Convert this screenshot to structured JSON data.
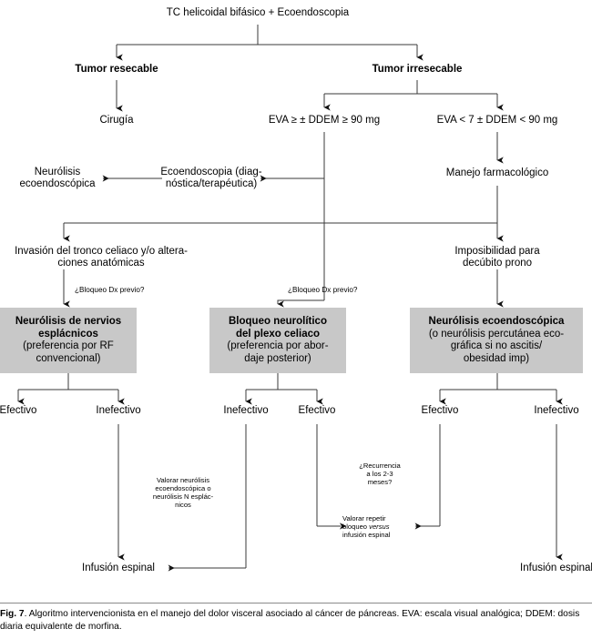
{
  "figure": {
    "label": "Fig. 7",
    "caption": ". Algoritmo intervencionista en el manejo del dolor visceral asociado al cáncer de páncreas. EVA: escala visual analógica; DDEM: dosis diaria equivalente de morfina."
  },
  "nodes": {
    "root": "TC helicoidal bifásico + Ecoendoscopia",
    "resectable": "Tumor resecable",
    "irresectable": "Tumor irresecable",
    "surgery": "Cirugía",
    "eva_high": "EVA ≥ ± DDEM ≥ 90 mg",
    "eva_low": "EVA < 7 ± DDEM < 90 mg",
    "neurolisis_eco": "Neurólisis\necoendoscópica",
    "ecoendoscopia": "Ecoendoscopia (diag-\nnóstica/terapéutica)",
    "manejo_farm": "Manejo farmacológico",
    "invasion": "Invasión del tronco celiaco y/o altera-\nciones anatómicas",
    "imposibilidad": "Imposibilidad para\ndecúbito prono",
    "bloqueo_dx_left": "¿Bloqueo Dx previo?",
    "bloqueo_dx_mid": "¿Bloqueo Dx previo?",
    "infusion_left": "Infusión espinal",
    "infusion_right": "Infusión espinal"
  },
  "boxes": [
    {
      "id": "box-esplacnicos",
      "bold": "Neurólisis de nervios\nesplácnicos",
      "normal": "(preferencia por RF\nconvencional)",
      "fill": "#c8c8c8"
    },
    {
      "id": "box-plexo-celiaco",
      "bold": "Bloqueo neurolítico\ndel plexo celiaco",
      "normal": "(preferencia por abor-\ndaje posterior)",
      "fill": "#c8c8c8"
    },
    {
      "id": "box-ecoendoscopica",
      "bold": "Neurólisis ecoendoscópica",
      "normal": "(o neurólisis percutánea eco-\ngráfica si no ascitis/\nobesidad imp)",
      "fill": "#c8c8c8"
    }
  ],
  "outcomes": {
    "left_effective": "Efectivo",
    "left_ineffective": "Inefectivo",
    "mid_ineffective": "Inefectivo",
    "mid_effective": "Efectivo",
    "right_effective": "Efectivo",
    "right_ineffective": "Inefectivo"
  },
  "annotations": {
    "valorar_neurolisis": "Valorar neurólisis\necoendoscópica o\nneurólisis N esplác-\nnicos",
    "recurrencia": "¿Recurrencia\na los 2-3\nmeses?",
    "valorar_repetir_1": "Valorar repetir",
    "valorar_repetir_2a": "bloqueo ",
    "valorar_repetir_2b": "versus",
    "valorar_repetir_3": "infusión espinal"
  },
  "colors": {
    "box_fill": "#c8c8c8",
    "line": "#3a3a3a",
    "text": "#000000",
    "background": "#ffffff"
  }
}
